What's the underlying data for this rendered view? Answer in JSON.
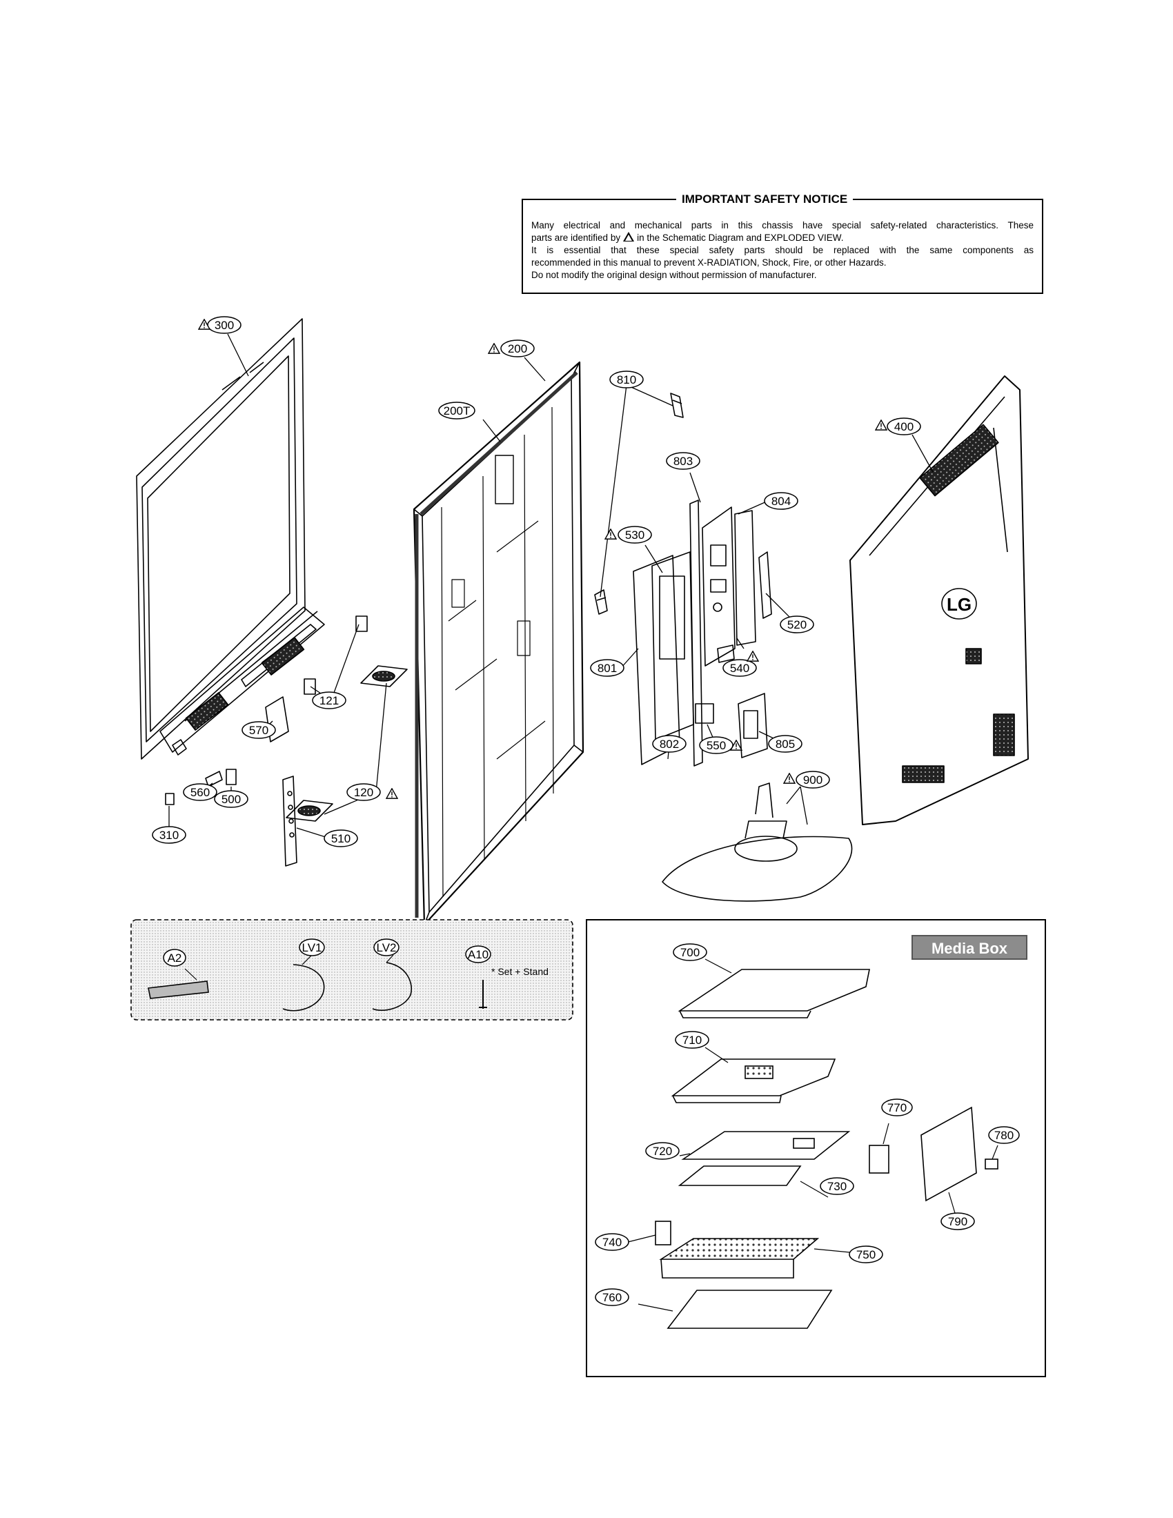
{
  "notice": {
    "title": "IMPORTANT SAFETY NOTICE",
    "line1": "Many electrical and mechanical parts in this chassis have special safety-related characteristics. These",
    "line2a": "parts are identified by",
    "line2b": "in the Schematic Diagram and EXPLODED VIEW.",
    "line3": "It is essential that these special safety parts should be replaced with the same components as",
    "line4": "recommended in this manual to prevent X-RADIATION, Shock, Fire, or other Hazards.",
    "line5": "Do not modify the original design without permission of manufacturer."
  },
  "main_labels": {
    "p300": "300",
    "p200": "200",
    "p200t": "200T",
    "p810": "810",
    "p400": "400",
    "p803": "803",
    "p804": "804",
    "p530": "530",
    "p520": "520",
    "p121": "121",
    "p801": "801",
    "p540": "540",
    "p570": "570",
    "p805": "805",
    "p120": "120",
    "p802": "802",
    "p550": "550",
    "p560": "560",
    "p500": "500",
    "p900": "900",
    "p310": "310",
    "p510": "510"
  },
  "accessories": {
    "a2": "A2",
    "lv1": "LV1",
    "lv2": "LV2",
    "a10": "A10",
    "set_stand": "* Set + Stand"
  },
  "media_box": {
    "title": "Media Box",
    "p700": "700",
    "p710": "710",
    "p770": "770",
    "p780": "780",
    "p720": "720",
    "p730": "730",
    "p790": "790",
    "p740": "740",
    "p750": "750",
    "p760": "760"
  },
  "logo_text": "LG"
}
